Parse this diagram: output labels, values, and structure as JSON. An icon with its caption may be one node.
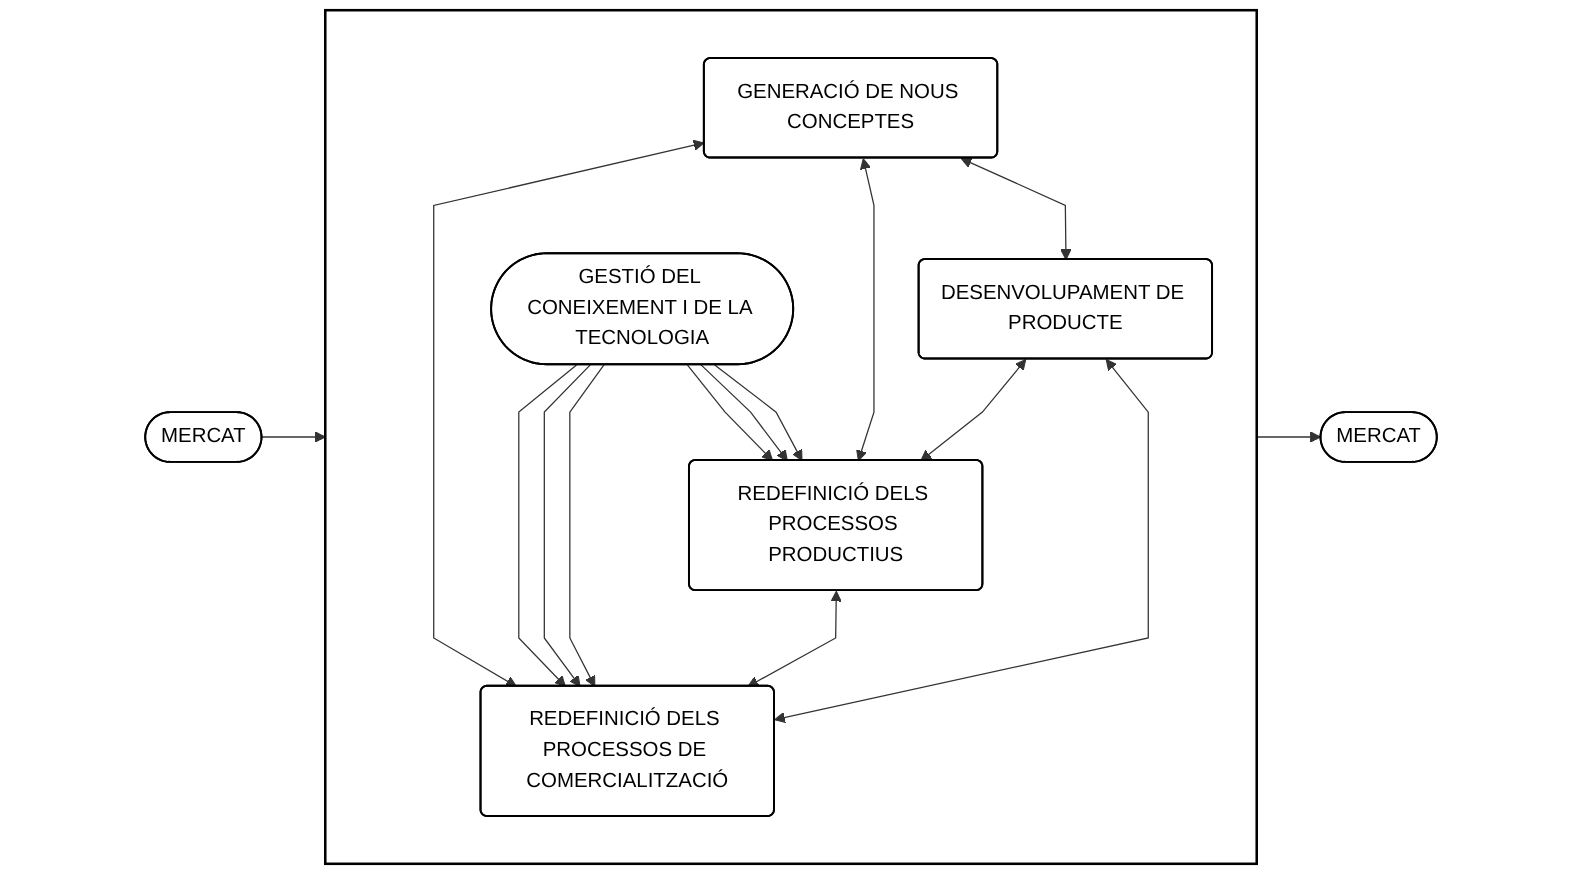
{
  "diagram": {
    "nodes": [
      {
        "text": [
          "MERCAT"
        ]
      },
      {
        "text": [],
        "shape": "box"
      },
      {
        "text": [
          "GENERACIÓ DE NOUS CONCEPTES"
        ],
        "in": 1
      },
      {
        "text": [
          "DESENVOLUPAMENT DE PRODUCTE"
        ],
        "in": 1
      },
      {
        "text": [
          "REDEFINICIÓ DELS PROCESSOS PRODUCTIUS"
        ],
        "in": 1
      },
      {
        "text": [
          "REDEFINICIÓ DELS PROCESSOS DE COMERCIALITZACIÓ"
        ],
        "in": 1
      },
      {
        "text": [
          "GESTIÓ DEL CONEIXEMENT I DE LA TECNOLOGIA"
        ],
        "in": 1
      },
      {
        "text": [
          "MERCAT"
        ]
      }
    ],
    "edges": [
      {
        "from": 0,
        "to": 1,
        "arrow": "to"
      },
      {
        "from": 1,
        "to": 7,
        "arrow": "to"
      },
      {
        "from": 2,
        "to": 3,
        "arrow": "both"
      },
      {
        "from": 2,
        "to": 4,
        "arrow": "both"
      },
      {
        "from": 3,
        "to": 5,
        "arrow": "both"
      },
      {
        "from": 2,
        "to": 5,
        "arrow": "both"
      },
      {
        "from": 3,
        "to": 4,
        "arrow": "both"
      },
      {
        "from": 4,
        "to": 5,
        "arrow": "both"
      },
      {
        "from": 6,
        "to": 4,
        "arrow": "to"
      },
      {
        "from": 6,
        "to": 4,
        "arrow": "to"
      },
      {
        "from": 6,
        "to": 4,
        "arrow": "to"
      },
      {
        "from": 6,
        "to": 5,
        "arrow": "to"
      },
      {
        "from": 6,
        "to": 5,
        "arrow": "to"
      },
      {
        "from": 6,
        "to": 5,
        "arrow": "to"
      }
    ]
  }
}
